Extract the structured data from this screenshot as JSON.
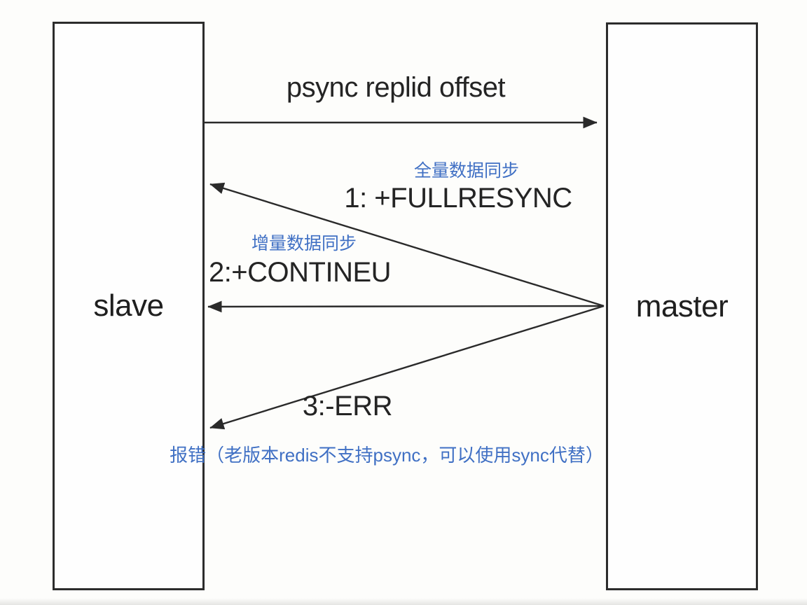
{
  "diagram": {
    "nodes": {
      "left": "slave",
      "right": "master"
    },
    "request": {
      "label": "psync replid offset"
    },
    "responses": [
      {
        "annotation": "全量数据同步",
        "label": "1: +FULLRESYNC"
      },
      {
        "annotation": "增量数据同步",
        "label": "2:+CONTINEU"
      },
      {
        "annotation": "报错（老版本redis不支持psync，可以使用sync代替）",
        "label": "3:-ERR"
      }
    ],
    "colors": {
      "line": "#2a2a2a",
      "text": "#242424",
      "annotation": "#4070c4",
      "background": "#fdfdfb"
    }
  }
}
